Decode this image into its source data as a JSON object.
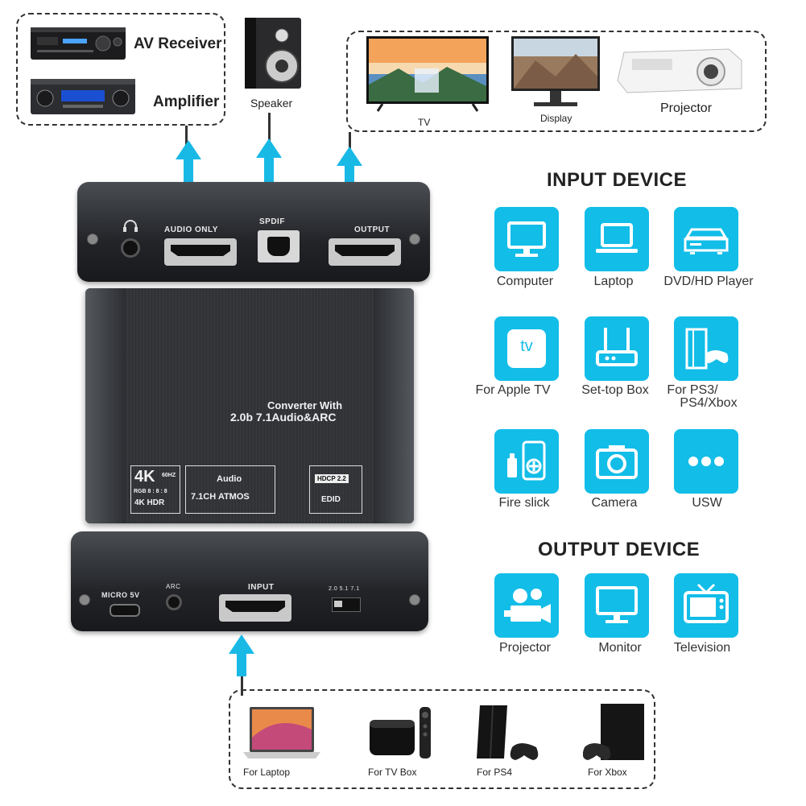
{
  "top_left_group": {
    "av_receiver": "AV Receiver",
    "amplifier": "Amplifier",
    "speaker": "Speaker"
  },
  "top_right_group": {
    "tv": "TV",
    "display": "Display",
    "projector": "Projector"
  },
  "device": {
    "top_panel": {
      "audio_only": "AUDIO ONLY",
      "spdif": "SPDIF",
      "output": "OUTPUT"
    },
    "face": {
      "title_line1": "Converter With",
      "title_line2": "2.0b 7.1Audio&ARC",
      "badge_4k": "4K",
      "badge_60hz": "60HZ",
      "badge_rgb": "RGB 8 : 8 : 8",
      "badge_hdr": "4K HDR",
      "audio_label": "Audio",
      "audio_value": "7.1CH ATMOS",
      "hdcp": "HDCP 2.2",
      "edid": "EDID"
    },
    "bottom_panel": {
      "micro5v": "MICRO 5V",
      "arc": "ARC",
      "input": "INPUT",
      "switch_labels": "2.0  5.1  7.1"
    }
  },
  "input_device": {
    "heading": "INPUT DEVICE",
    "items": [
      {
        "label": "Computer",
        "icon": "computer-icon"
      },
      {
        "label": "Laptop",
        "icon": "laptop-icon"
      },
      {
        "label": "DVD/HD Player",
        "icon": "dvd-player-icon"
      },
      {
        "label": "For Apple TV",
        "icon": "apple-tv-icon",
        "tile_text": "tv"
      },
      {
        "label": "Set-top Box",
        "icon": "router-icon"
      },
      {
        "label": "For PS3/\nPS4/Xbox",
        "label_line1": "For PS3/",
        "label_line2": "PS4/Xbox",
        "icon": "game-console-icon"
      },
      {
        "label": "Fire slick",
        "icon": "usb-remote-icon"
      },
      {
        "label": "Camera",
        "icon": "camera-icon"
      },
      {
        "label": "USW",
        "icon": "more-dots-icon"
      }
    ]
  },
  "output_device": {
    "heading": "OUTPUT DEVICE",
    "items": [
      {
        "label": "Projector",
        "icon": "film-projector-icon"
      },
      {
        "label": "Monitor",
        "icon": "monitor-icon"
      },
      {
        "label": "Television",
        "icon": "television-icon"
      }
    ]
  },
  "bottom_group": {
    "laptop": "For Laptop",
    "tv_box": "For TV Box",
    "ps4": "For PS4",
    "xbox": "For Xbox"
  },
  "colors": {
    "tile": "#12bde8",
    "arrow": "#19b9e6",
    "device_body": "#2a2c30"
  }
}
